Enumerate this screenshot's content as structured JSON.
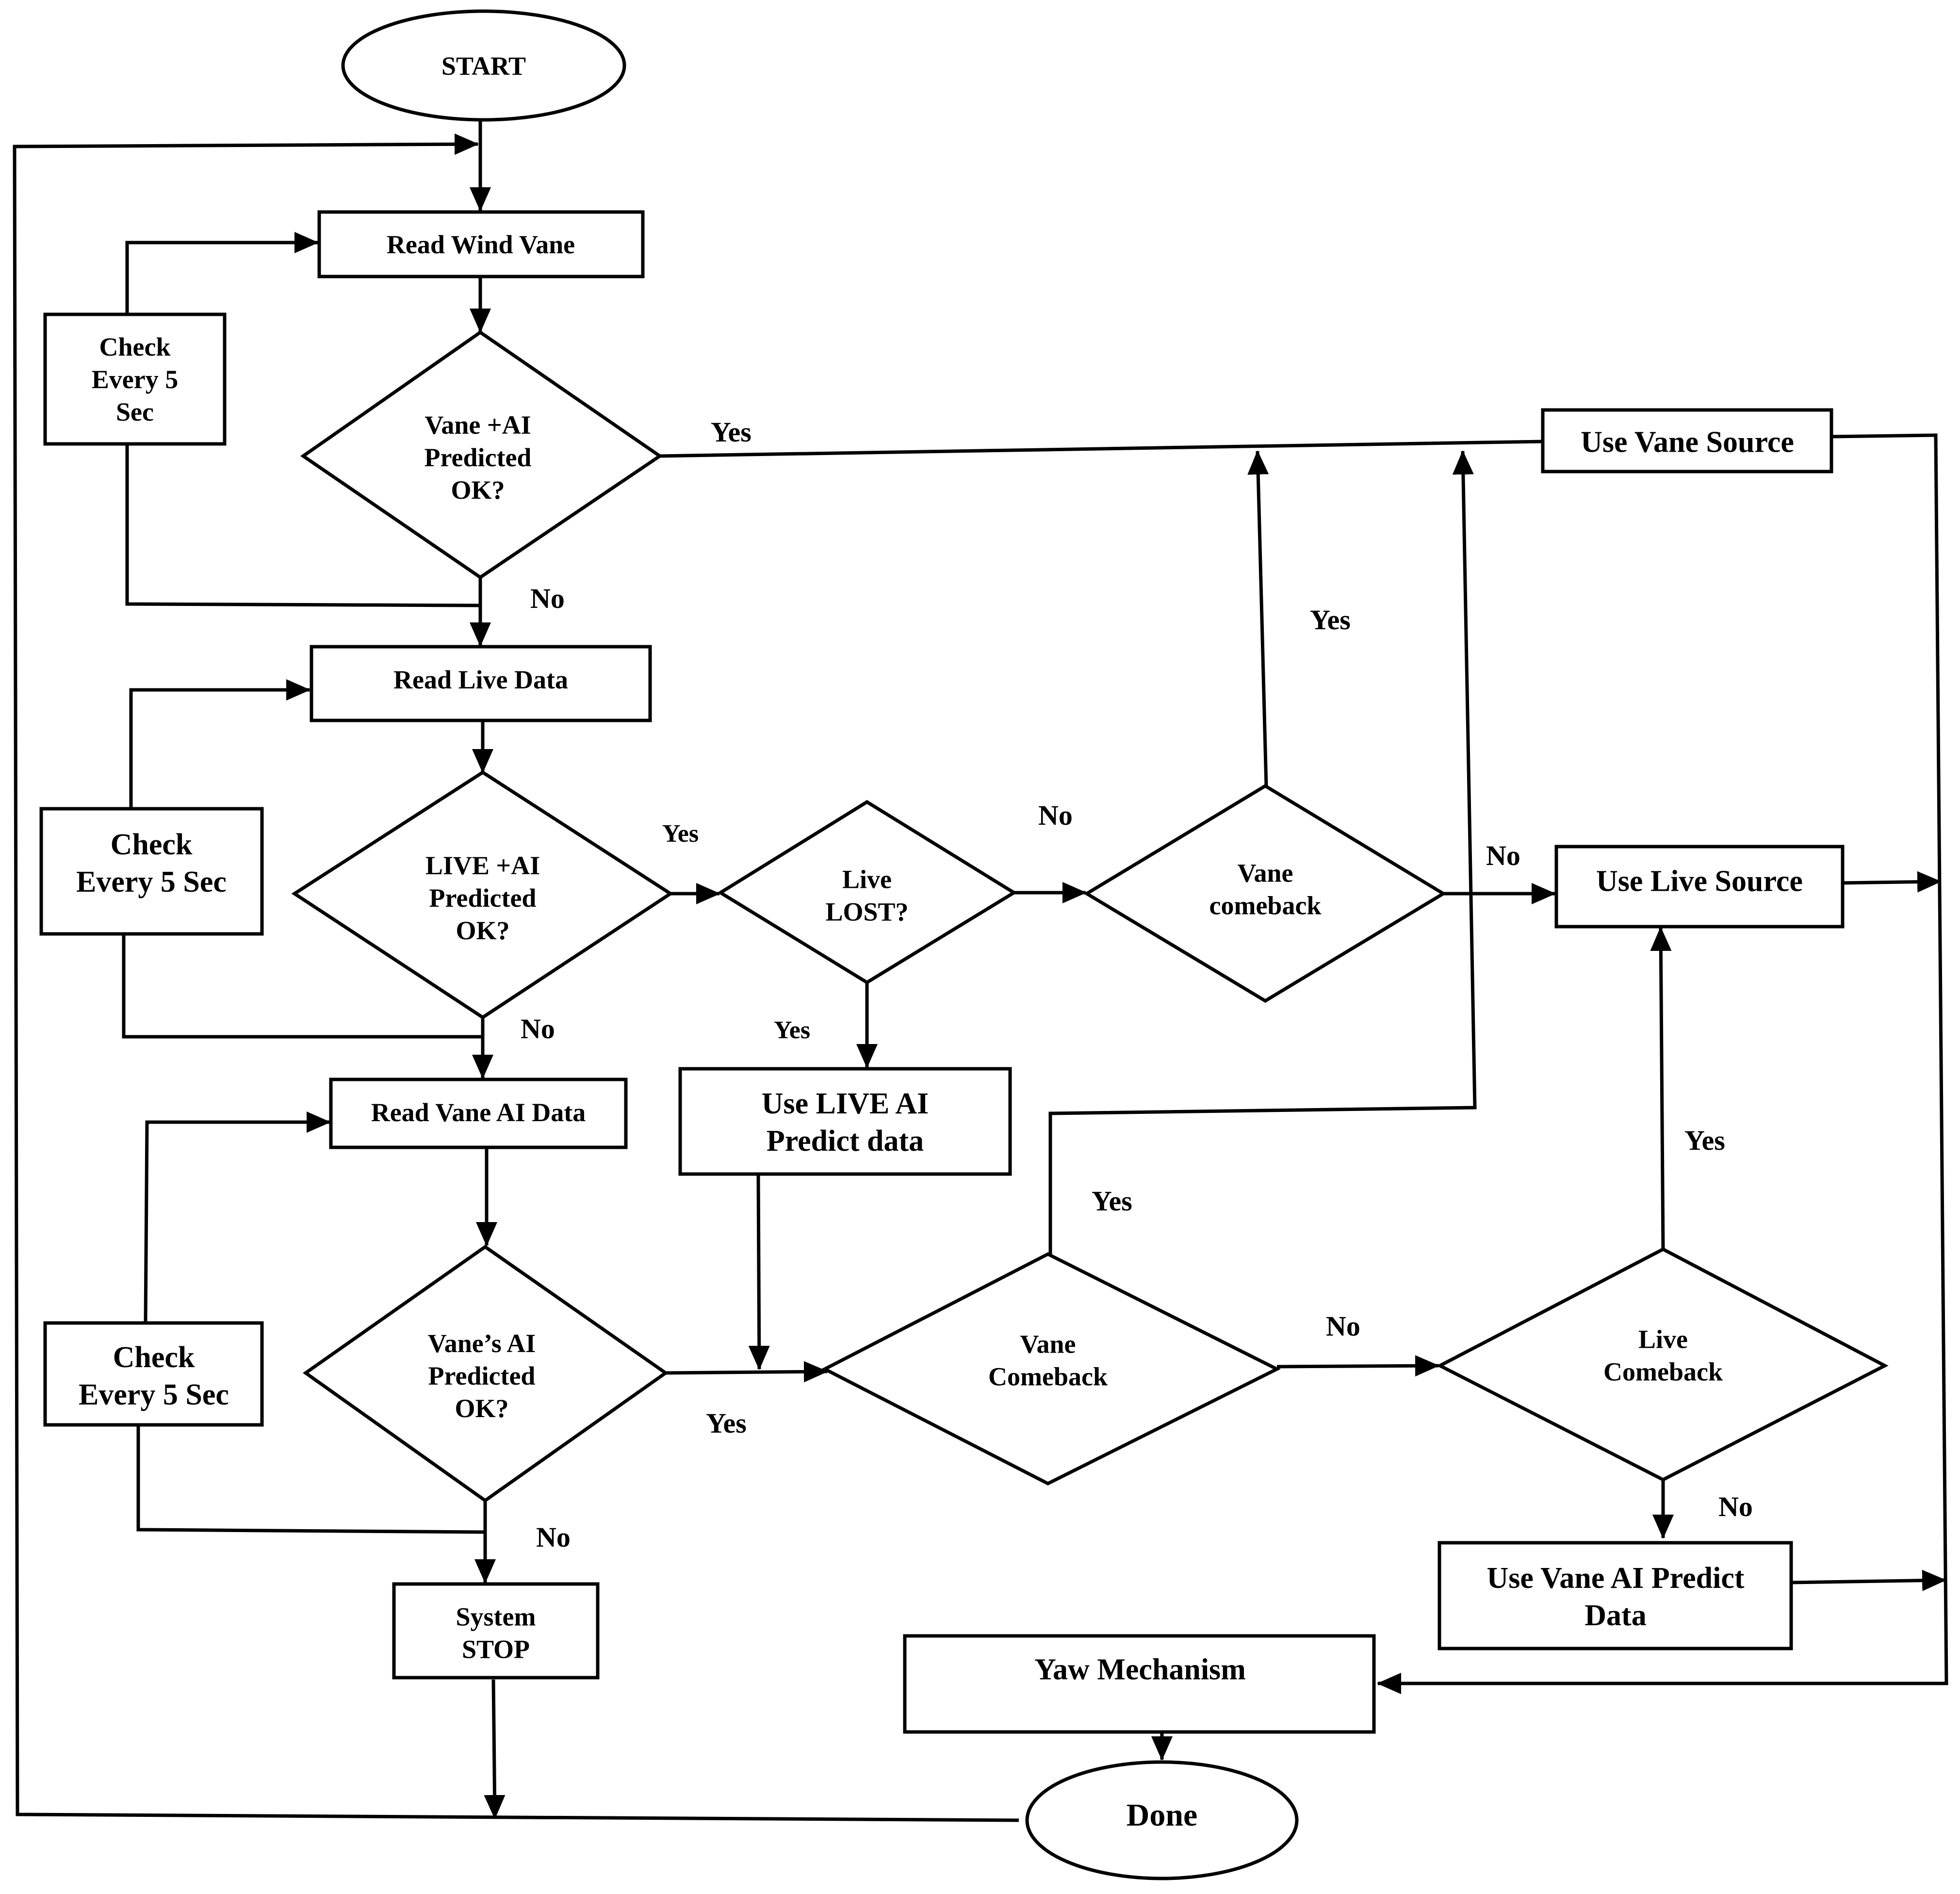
{
  "nodes": {
    "start": [
      "START"
    ],
    "read_wind_vane": [
      "Read Wind Vane"
    ],
    "check_1": [
      "Check",
      "Every 5",
      "Sec"
    ],
    "decision_vane_ai": [
      "Vane +AI",
      "Predicted",
      "OK?"
    ],
    "use_vane_source": [
      "Use Vane Source"
    ],
    "read_live_data": [
      "Read Live Data"
    ],
    "check_2": [
      "Check",
      "Every 5 Sec"
    ],
    "decision_live_ai": [
      "LIVE +AI",
      "Predicted",
      "OK?"
    ],
    "decision_live_lost": [
      "Live",
      "LOST?"
    ],
    "decision_vane_comeback_top": [
      "Vane",
      "comeback"
    ],
    "use_live_source": [
      "Use Live Source"
    ],
    "use_live_ai_predict": [
      "Use LIVE AI",
      "Predict data"
    ],
    "read_vane_ai_data": [
      "Read Vane AI Data"
    ],
    "check_3": [
      "Check",
      "Every 5 Sec"
    ],
    "decision_vanes_ai": [
      "Vane’s AI",
      "Predicted",
      "OK?"
    ],
    "decision_vane_comeback_bottom": [
      "Vane",
      "Comeback"
    ],
    "decision_live_comeback": [
      "Live",
      "Comeback"
    ],
    "use_vane_ai_predict": [
      "Use Vane AI Predict",
      "Data"
    ],
    "system_stop": [
      "System",
      "STOP"
    ],
    "yaw_mechanism": [
      "Yaw Mechanism"
    ],
    "done": [
      "Done"
    ]
  },
  "edge_labels": {
    "vane_ai_yes": "Yes",
    "vane_ai_no": "No",
    "live_ai_yes": "Yes",
    "live_ai_no": "No",
    "live_lost_no": "No",
    "live_lost_yes": "Yes",
    "vane_comeback_top_yes": "Yes",
    "vane_comeback_top_no": "No",
    "vanes_ai_yes": "Yes",
    "vanes_ai_no": "No",
    "vane_comeback_bottom_yes": "Yes",
    "vane_comeback_bottom_no": "No",
    "live_comeback_yes": "Yes",
    "live_comeback_no": "No"
  }
}
